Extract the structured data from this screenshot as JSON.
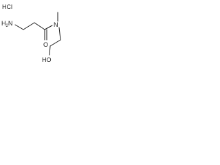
{
  "molecule": {
    "salt_label": "HCl",
    "amine_label": "H2N",
    "amine_main": "H",
    "amine_sub": "2",
    "amine_tail": "N",
    "amide_n_label": "N",
    "carbonyl_o_label": "O",
    "hydroxyl_label": "HO"
  },
  "colors": {
    "ink": "#1a1a1a",
    "background": "#ffffff"
  }
}
